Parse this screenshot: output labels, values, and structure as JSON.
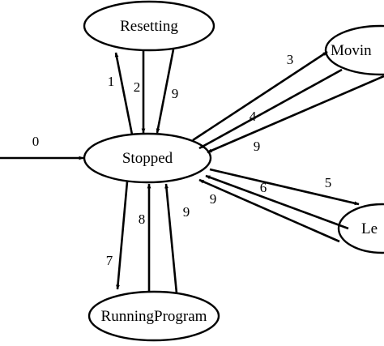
{
  "diagram": {
    "states": {
      "resetting": "Resetting",
      "stopped": "Stopped",
      "moving": "Movin",
      "learning": "Le",
      "running": "RunningProgram"
    },
    "transitions": {
      "initial": "0",
      "stopped_to_resetting": "1",
      "resetting_to_stopped": "2",
      "resetting_to_stopped_b": "9",
      "stopped_to_moving": "3",
      "moving_to_stopped": "4",
      "moving_to_stopped_b": "9",
      "stopped_to_learning": "5",
      "learning_to_stopped": "6",
      "learning_to_stopped_b": "9",
      "stopped_to_running": "7",
      "running_to_stopped": "8",
      "running_to_stopped_b": "9"
    }
  }
}
